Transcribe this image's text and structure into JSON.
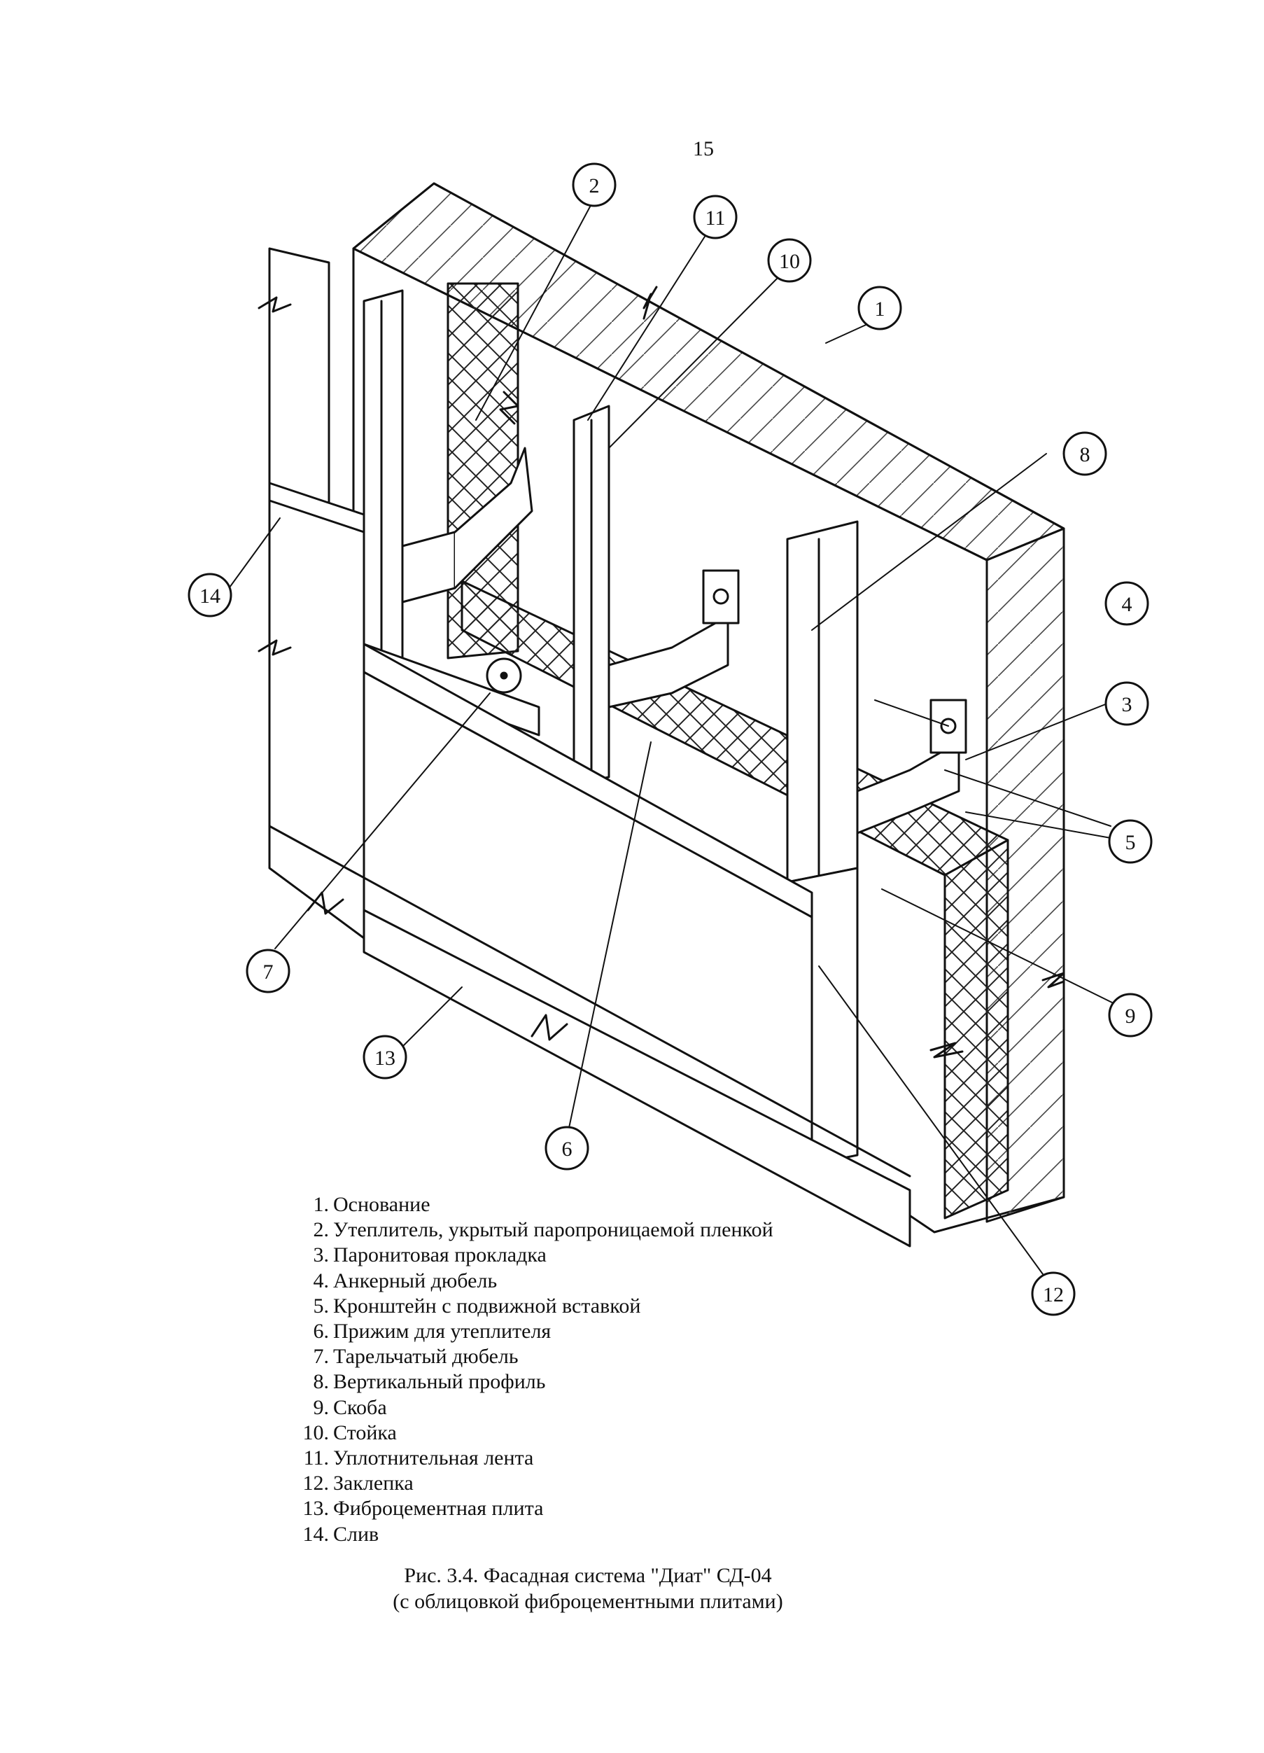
{
  "page_number": "15",
  "callouts": [
    "1",
    "2",
    "3",
    "4",
    "5",
    "6",
    "7",
    "8",
    "9",
    "10",
    "11",
    "12",
    "13",
    "14"
  ],
  "legend": [
    {
      "num": "1.",
      "text": "Основание"
    },
    {
      "num": "2.",
      "text": "Утеплитель, укрытый паропроницаемой пленкой"
    },
    {
      "num": "3.",
      "text": "Паронитовая прокладка"
    },
    {
      "num": "4.",
      "text": "Анкерный дюбель"
    },
    {
      "num": "5.",
      "text": "Кронштейн с подвижной вставкой"
    },
    {
      "num": "6.",
      "text": "Прижим для утеплителя"
    },
    {
      "num": "7.",
      "text": "Тарельчатый дюбель"
    },
    {
      "num": "8.",
      "text": "Вертикальный профиль"
    },
    {
      "num": "9.",
      "text": "Скоба"
    },
    {
      "num": "10.",
      "text": "Стойка"
    },
    {
      "num": "11.",
      "text": "Уплотнительная лента"
    },
    {
      "num": "12.",
      "text": "Заклепка"
    },
    {
      "num": "13.",
      "text": "Фиброцементная плита"
    },
    {
      "num": "14.",
      "text": "Слив"
    }
  ],
  "caption": {
    "line1": "Рис. 3.4.  Фасадная система \"Диат\" СД-04",
    "line2": "(с облицовкой фиброцементными плитами)"
  }
}
